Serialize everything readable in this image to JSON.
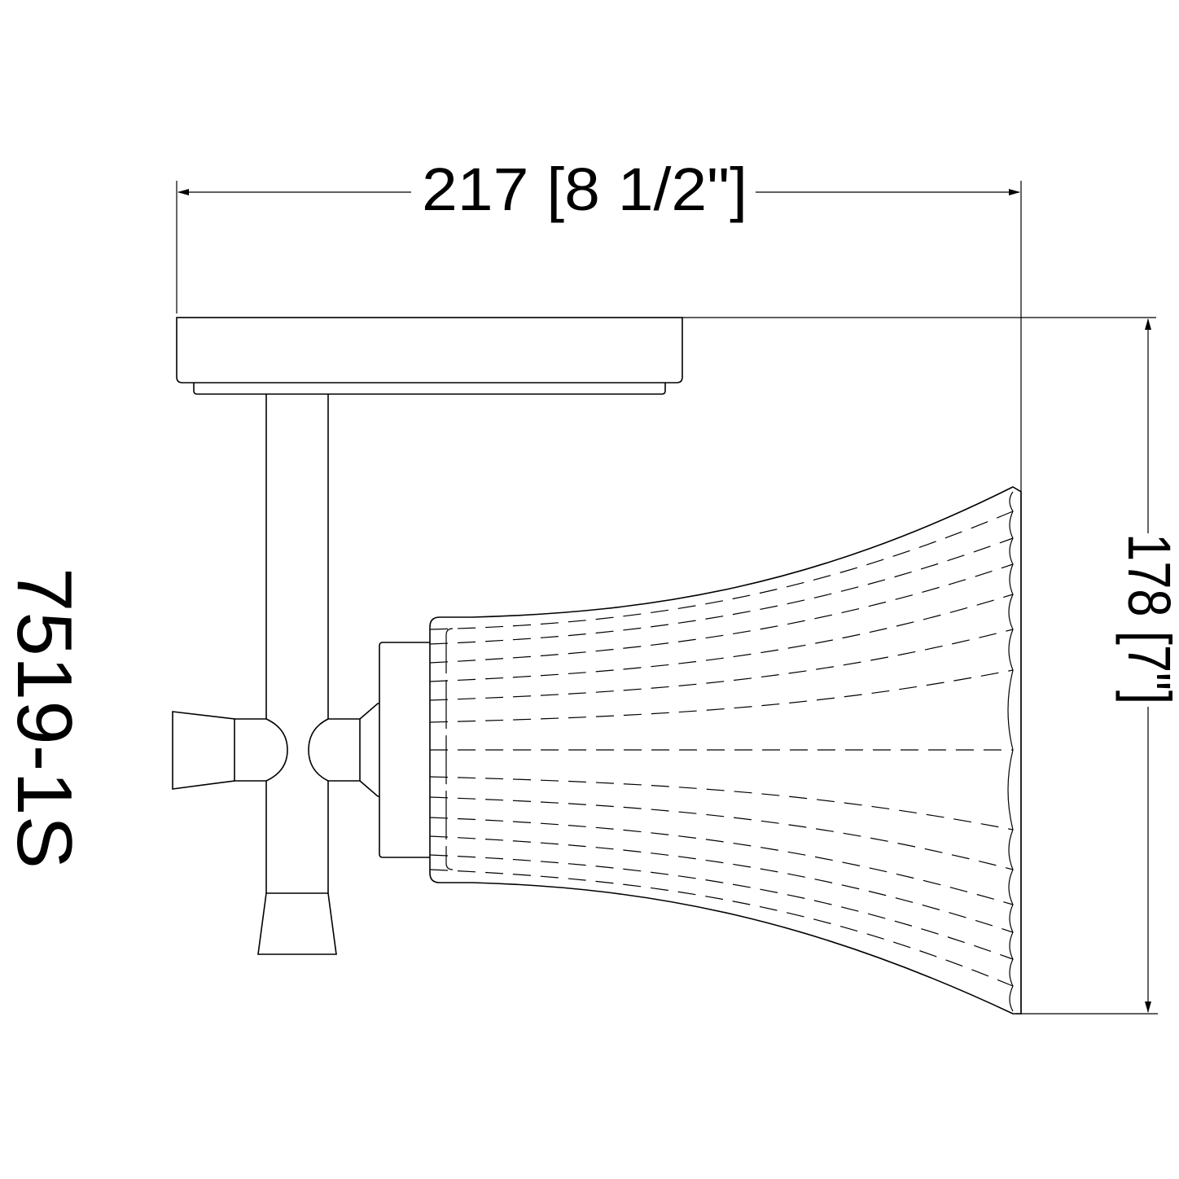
{
  "drawing": {
    "type": "technical dimension drawing",
    "subject": "wall sconce / track light side elevation",
    "model_number": "7519-1S",
    "dimensions": {
      "width": {
        "label": "217 [8 1/2\"]",
        "mm": 217,
        "inches": "8 1/2"
      },
      "height": {
        "label": "178 [7\"]",
        "mm": 178,
        "inches": "7"
      }
    },
    "colors": {
      "line": "#000000",
      "background": "#ffffff"
    }
  }
}
